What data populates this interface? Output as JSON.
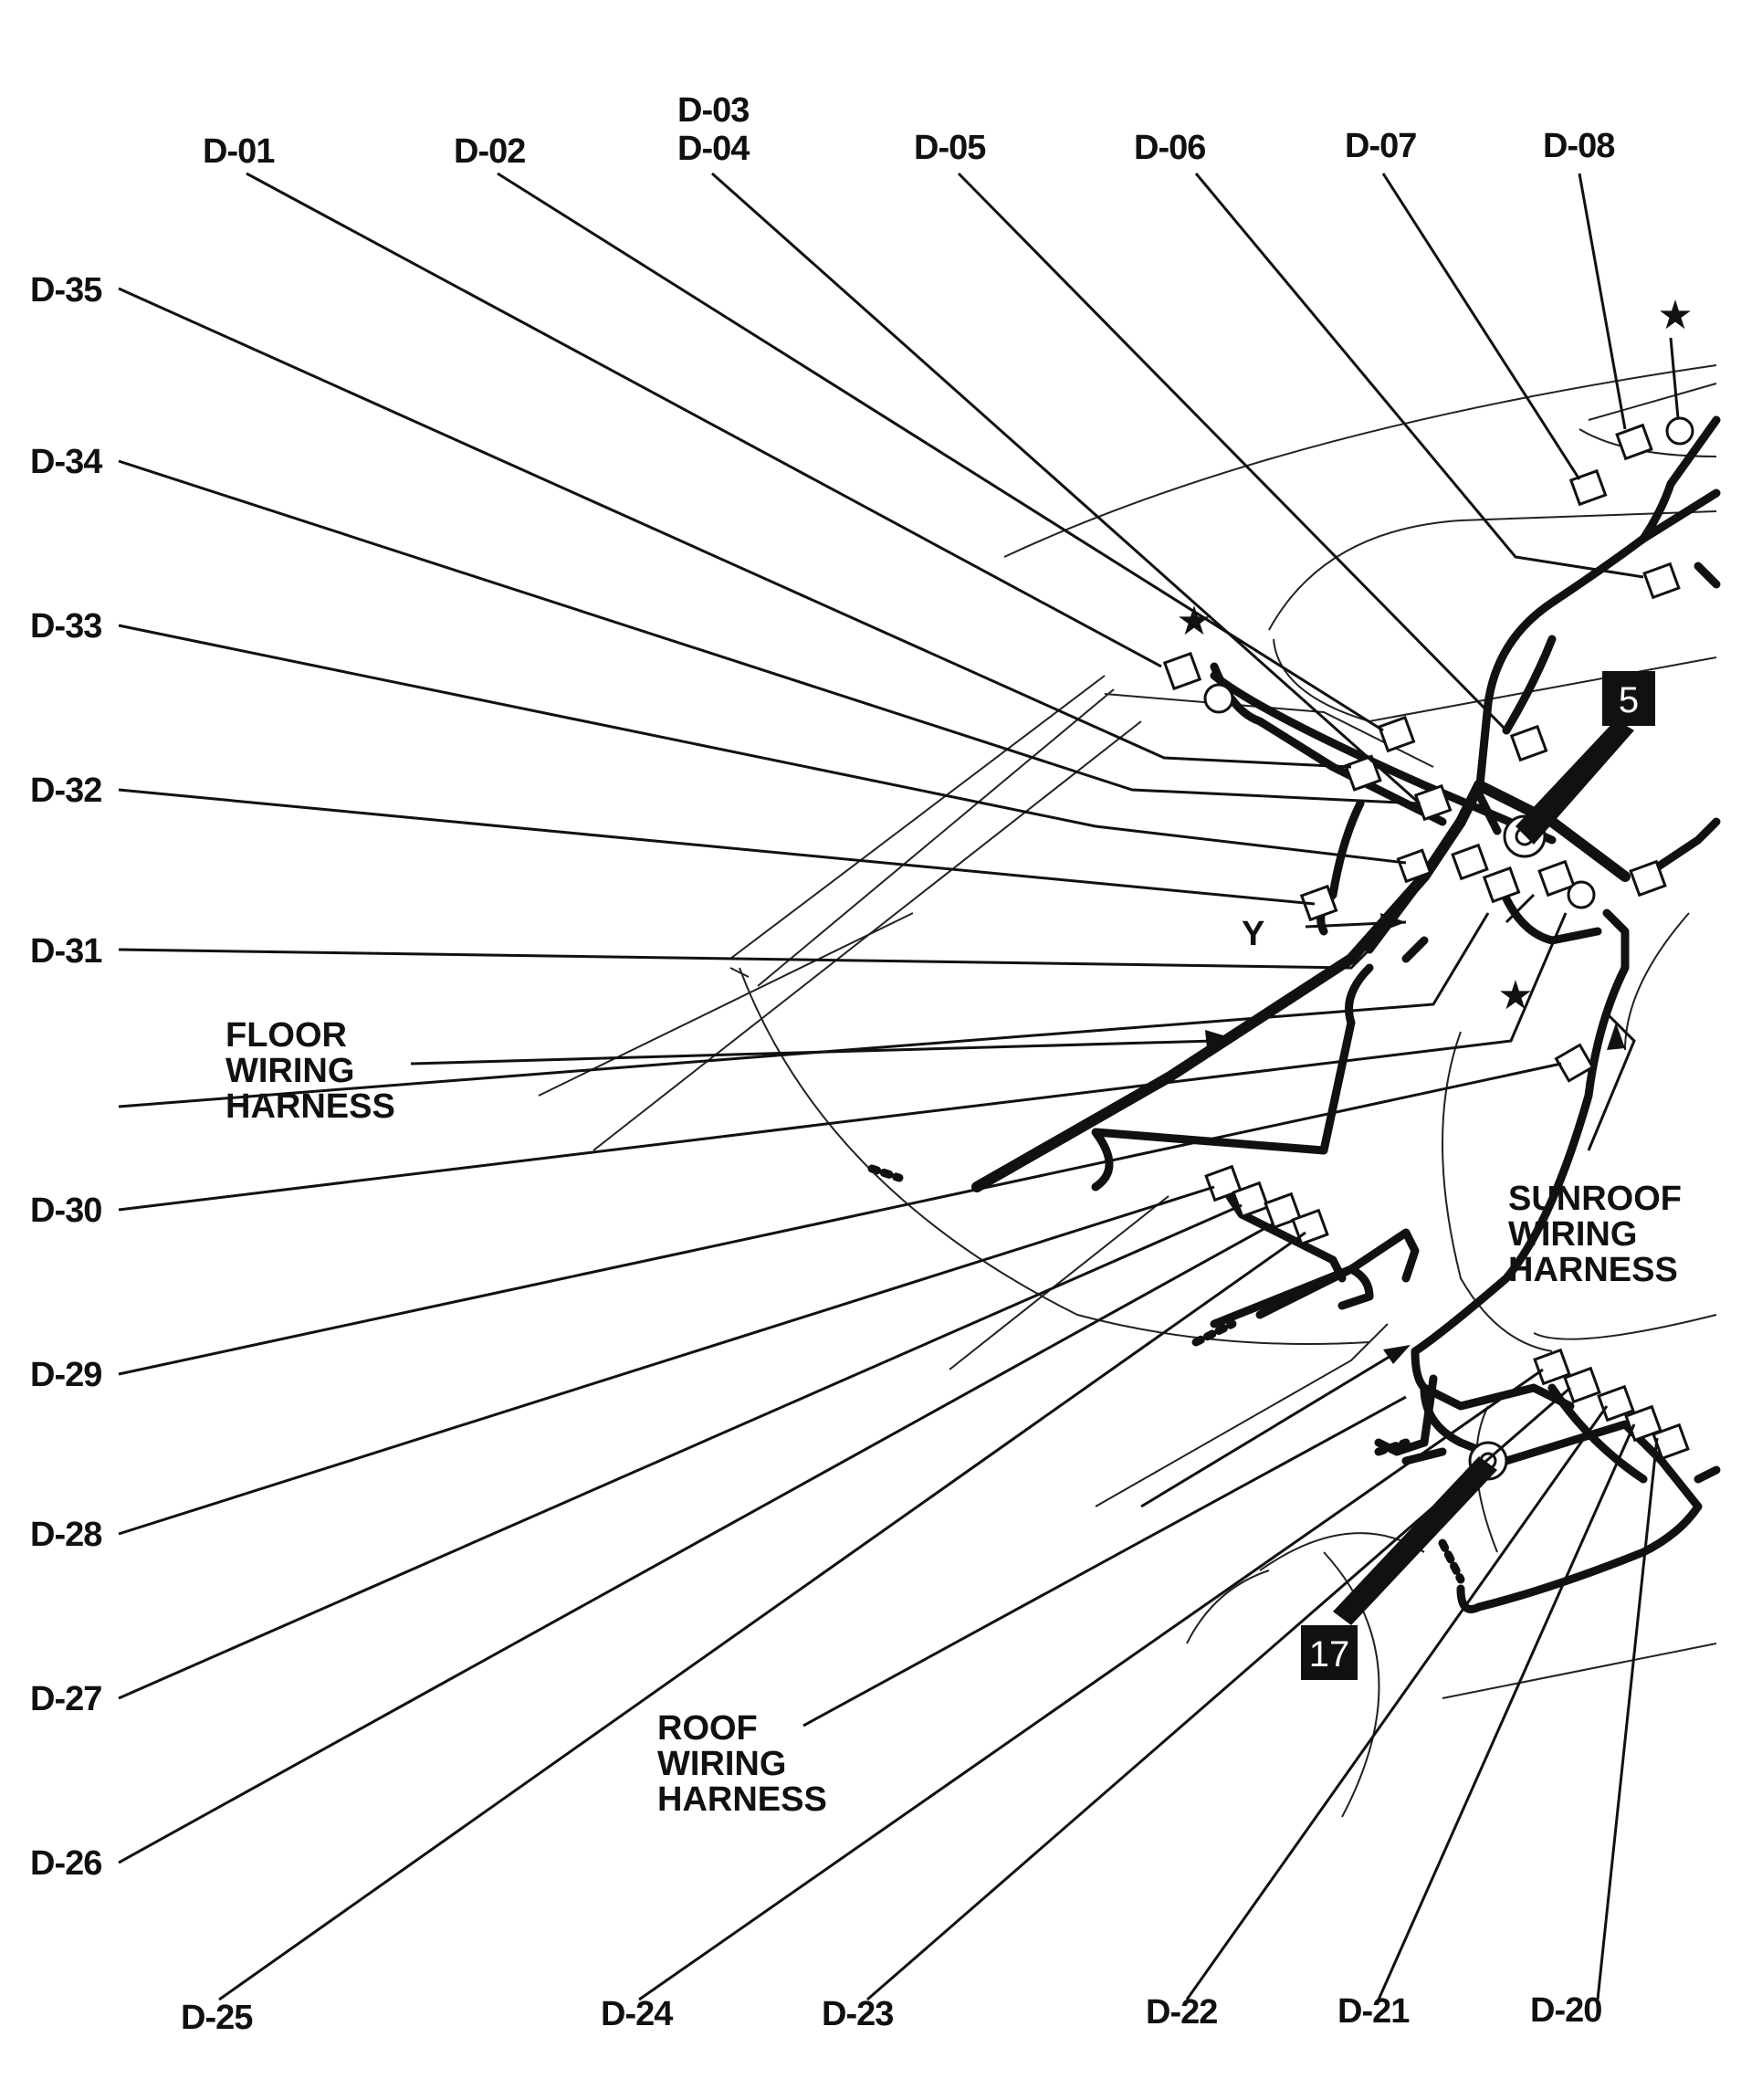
{
  "labels": {
    "d01": "D-01",
    "d02": "D-02",
    "d03": "D-03",
    "d04": "D-04",
    "d05": "D-05",
    "d06": "D-06",
    "d07": "D-07",
    "d08": "D-08",
    "d20": "D-20",
    "d21": "D-21",
    "d22": "D-22",
    "d23": "D-23",
    "d24": "D-24",
    "d25": "D-25",
    "d26": "D-26",
    "d27": "D-27",
    "d28": "D-28",
    "d29": "D-29",
    "d30": "D-30",
    "d31": "D-31",
    "d32": "D-32",
    "d33": "D-33",
    "d34": "D-34",
    "d35": "D-35"
  },
  "harness_labels": {
    "floor": [
      "FLOOR",
      "WIRING",
      "HARNESS"
    ],
    "sunroof": [
      "SUNROOF",
      "WIRING",
      "HARNESS"
    ],
    "roof": [
      "ROOF",
      "WIRING",
      "HARNESS"
    ]
  },
  "markers": {
    "y_marker": "Y",
    "ground_5": "5",
    "ground_17": "17",
    "star": "★"
  },
  "colors": {
    "ink": "#111111",
    "paper": "#ffffff"
  }
}
